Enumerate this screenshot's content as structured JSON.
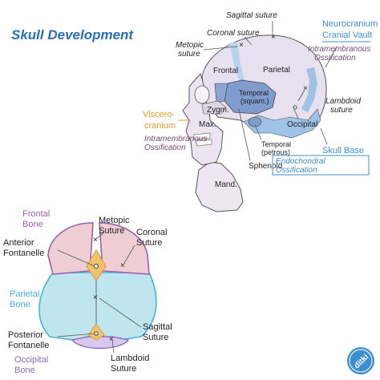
{
  "title": "Skull Development",
  "lateral": {
    "sagittal_suture": "Sagittal suture",
    "coronal_suture": "Coronal suture",
    "metopic_l1": "Metopic",
    "metopic_l2": "suture",
    "frontal": "Frontal",
    "parietal": "Parietal",
    "temporal_squam_l1": "Temporal",
    "temporal_squam_l2": "(squam.)",
    "zygm": "Zygm.",
    "max": "Max.",
    "mand": "Mand.",
    "lambdoid_l1": "Lambdoid",
    "lambdoid_l2": "suture",
    "occipital": "Occipital",
    "temporal_petr_l1": "Temporal",
    "temporal_petr_l2": "(petrous)",
    "sphenoid": "Sphenoid",
    "neurocranium": "Neurocranium",
    "cranial_vault": "Cranial Vault",
    "intramembranous_1_l1": "Intramembranous",
    "intramembranous_1_l2": "Ossification",
    "viscerocranium_l1": "Viscero-",
    "viscerocranium_l2": "cranium",
    "intramembranous_2_l1": "Intramembranous",
    "intramembranous_2_l2": "Ossification",
    "skull_base": "Skull Base",
    "endochondral_l1": "Endochondral",
    "endochondral_l2": "Ossification"
  },
  "superior": {
    "metopic_l1": "Metopic",
    "metopic_l2": "Suture",
    "coronal_l1": "Coronal",
    "coronal_l2": "Suture",
    "frontal_l1": "Frontal",
    "frontal_l2": "Bone",
    "anterior_l1": "Anterior",
    "anterior_l2": "Fontanelle",
    "parietal_l1": "Parietal",
    "parietal_l2": "Bone",
    "sagittal_l1": "Sagittal",
    "sagittal_l2": "Suture",
    "posterior_l1": "Posterior",
    "posterior_l2": "Fontanelle",
    "occipital_l1": "Occipital",
    "occipital_l2": "Bone",
    "lambdoid_l1": "Lambdoid",
    "lambdoid_l2": "Suture"
  },
  "logo_text": "ditki",
  "colors": {
    "title": "#2a6fb3",
    "neuro_blue": "#3d8fd0",
    "membrane_purple": "#7a4a6e",
    "viscero_orange": "#e69a2e",
    "frontal_purple": "#9b5fae",
    "parietal_cyan": "#43b6d8",
    "occipital_purple": "#8a6bbd",
    "skull_fill": "#e6e0ef",
    "base_fill": "#9fc3e6",
    "temporal_fill": "#7f9ccc",
    "fontanelle_fill": "#f2c36b",
    "frontal_fill": "#eecdd3",
    "parietal_fill": "#bfe6ef"
  }
}
